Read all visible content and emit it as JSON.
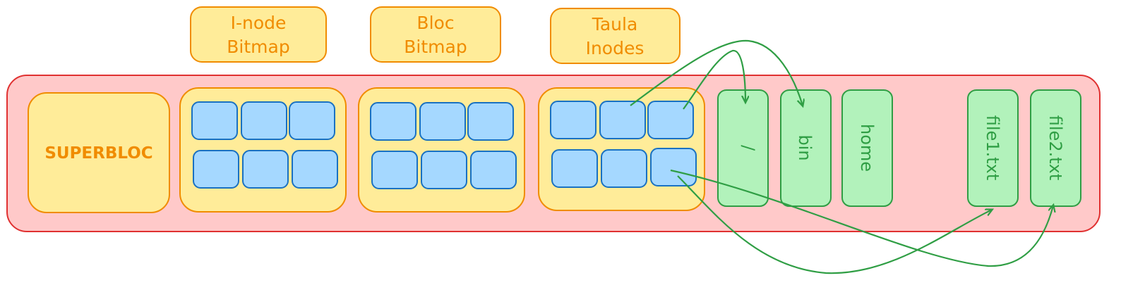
{
  "colors": {
    "disk_fill": "#ffc9c9",
    "disk_stroke": "#e03131",
    "region_fill": "#ffec99",
    "region_stroke": "#f08c00",
    "cell_fill": "#a5d8ff",
    "cell_stroke": "#1971c2",
    "data_fill": "#b2f2bb",
    "data_stroke": "#2f9e44",
    "arrow": "#2f9e44"
  },
  "labels": {
    "inode_bitmap": [
      "I-node",
      "Bitmap"
    ],
    "bloc_bitmap": [
      "Bloc",
      "Bitmap"
    ],
    "taula_inodes": [
      "Taula",
      "Inodes"
    ]
  },
  "superbloc": "SUPERBLOC",
  "data_blocks": [
    "/",
    "bin",
    "home",
    "file1.txt",
    "file2.txt"
  ]
}
